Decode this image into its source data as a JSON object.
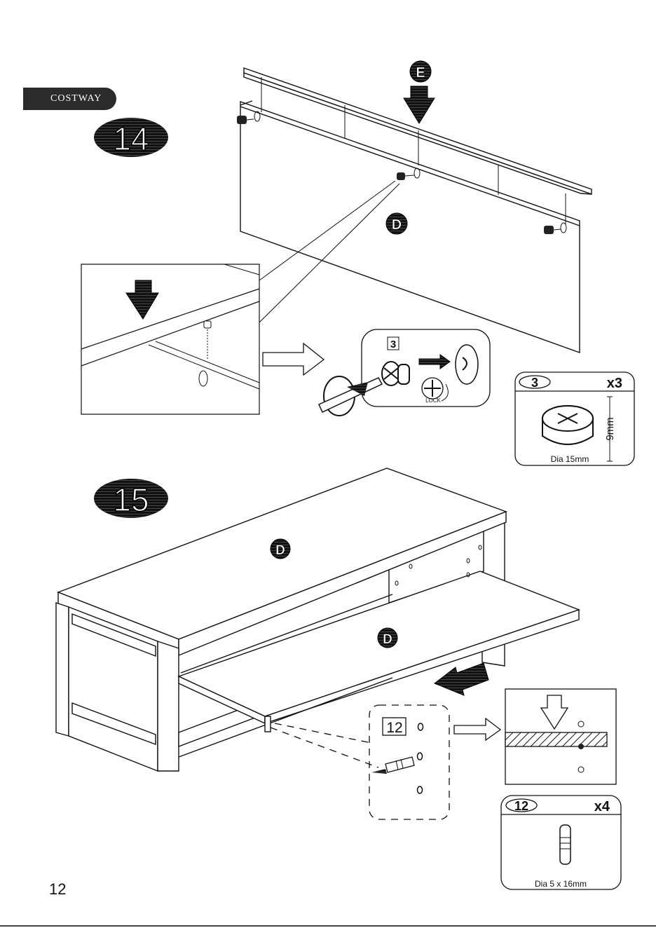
{
  "brand": "COSTWAY",
  "page_number": "12",
  "step14": {
    "number": "14",
    "panel_top_label": "E",
    "panel_back_label": "D",
    "callout_part_number": "3",
    "lock_label": "LOCK",
    "part_box": {
      "part_number": "3",
      "quantity": "x3",
      "height_label": "9mm",
      "diameter_label": "Dia 15mm"
    }
  },
  "step15": {
    "number": "15",
    "panel_top_label": "D",
    "panel_shelf_label": "D",
    "callout_part_number": "12",
    "part_box": {
      "part_number": "12",
      "quantity": "x4",
      "diameter_label": "Dia 5 x 16mm"
    }
  }
}
